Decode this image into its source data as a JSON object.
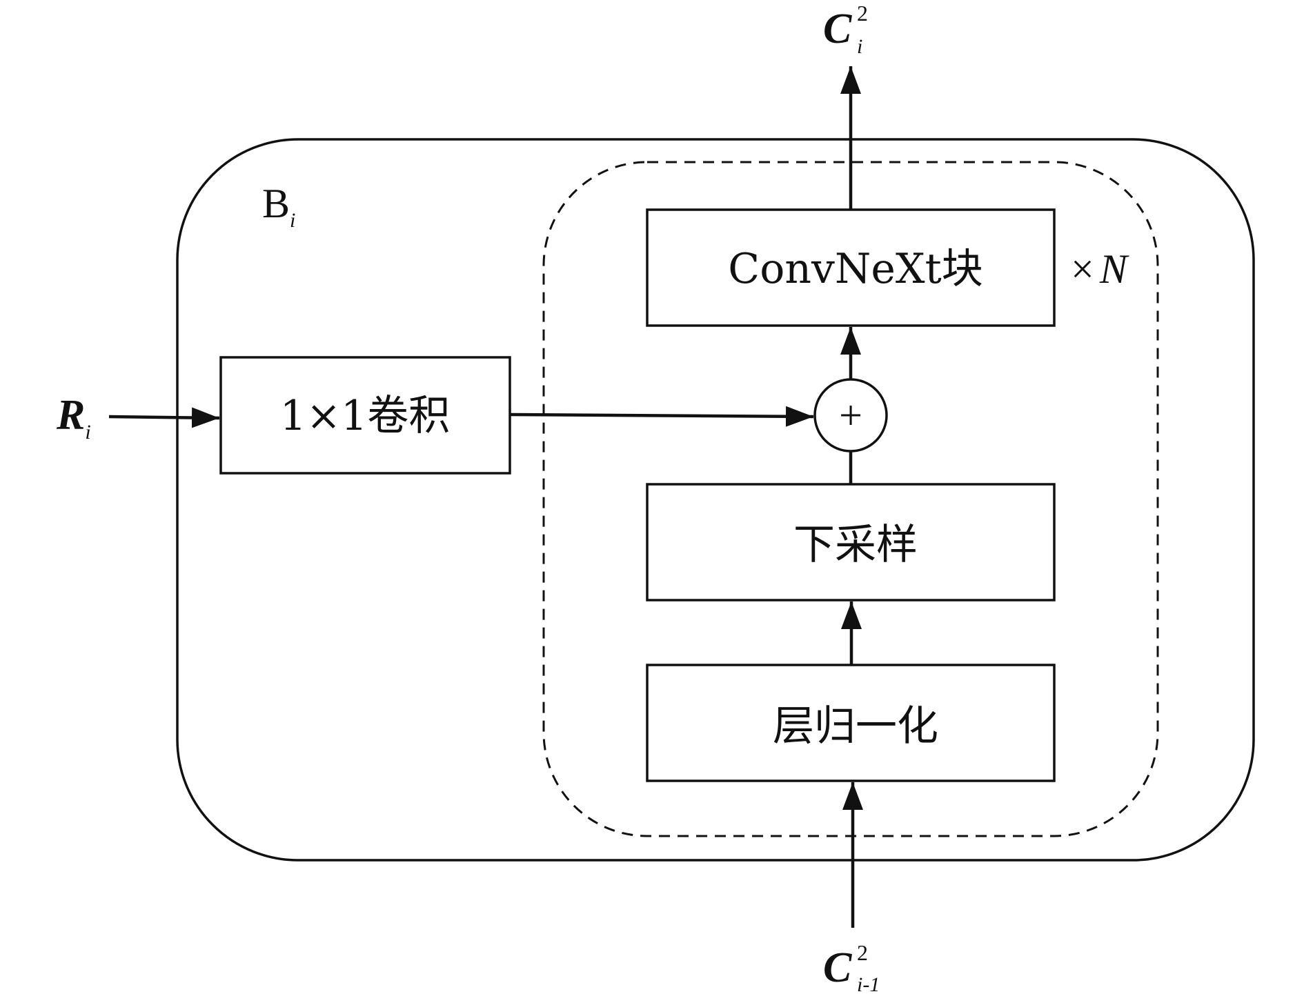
{
  "block": {
    "name_main": "B",
    "name_sub": "i"
  },
  "boxes": {
    "conv1x1": "1×1卷积",
    "convnext": "ConvNeXt块",
    "downsample": "下采样",
    "layernorm": "层归一化"
  },
  "plus_symbol": "+",
  "repeat": {
    "times": "×",
    "n": "N"
  },
  "inputs": {
    "r": {
      "main": "R",
      "sub": "i"
    },
    "c_prev": {
      "main": "C",
      "sup": "2",
      "sub": "i-1"
    }
  },
  "output": {
    "main": "C",
    "sup": "2",
    "sub": "i"
  }
}
